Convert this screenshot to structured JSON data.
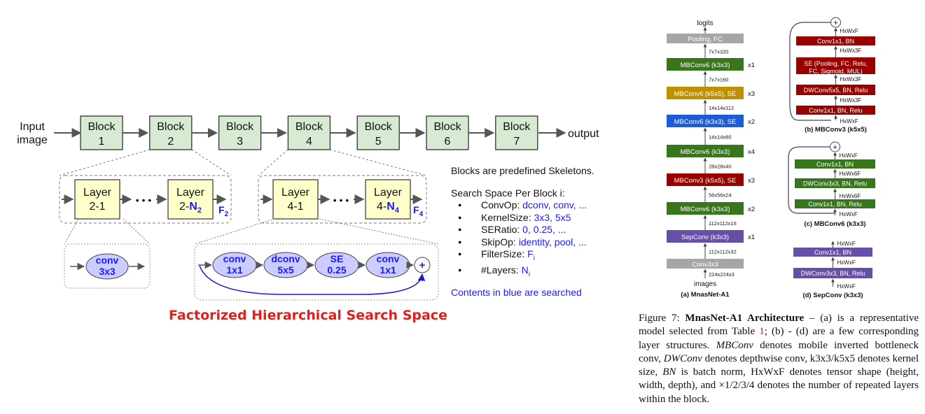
{
  "left_diagram": {
    "input_label_1": "Input",
    "input_label_2": "image",
    "output_label": "output",
    "blocks": [
      {
        "line1": "Block",
        "line2": "1"
      },
      {
        "line1": "Block",
        "line2": "2"
      },
      {
        "line1": "Block",
        "line2": "3"
      },
      {
        "line1": "Block",
        "line2": "4"
      },
      {
        "line1": "Block",
        "line2": "5"
      },
      {
        "line1": "Block",
        "line2": "6"
      },
      {
        "line1": "Block",
        "line2": "7"
      }
    ],
    "group2": {
      "layer_a": {
        "line1": "Layer",
        "line2": "2-1"
      },
      "layer_b": {
        "line1": "Layer",
        "line2_prefix": "2-",
        "line2_blue": "N",
        "line2_sub": "2"
      },
      "ellipsis": "• • •",
      "filter_label": "F",
      "filter_sub": "2"
    },
    "group4": {
      "layer_a": {
        "line1": "Layer",
        "line2": "4-1"
      },
      "layer_b": {
        "line1": "Layer",
        "line2_prefix": "4-",
        "line2_blue": "N",
        "line2_sub": "4"
      },
      "ellipsis": "• • •",
      "filter_label": "F",
      "filter_sub": "4"
    },
    "conv_detail": {
      "line1": "conv",
      "line2": "3x3"
    },
    "op_chain": [
      {
        "line1": "conv",
        "line2": "1x1"
      },
      {
        "line1": "dconv",
        "line2": "5x5"
      },
      {
        "line1": "SE",
        "line2": "0.25"
      },
      {
        "line1": "conv",
        "line2": "1x1"
      }
    ],
    "plus": "+",
    "title": "Factorized Hierarchical Search Space"
  },
  "legend": {
    "head": "Blocks are predefined Skeletons.",
    "search_title": "Search Space Per Block i:",
    "items": [
      {
        "label": "ConvOp: ",
        "value": "dconv, conv, ..."
      },
      {
        "label": "KernelSize: ",
        "value": "3x3, 5x5"
      },
      {
        "label": "SERatio: ",
        "value": "0, 0.25, ..."
      },
      {
        "label": "SkipOp: ",
        "value": "identity, pool, ..."
      },
      {
        "label": "FilterSize: ",
        "value": "F",
        "sub": "i"
      },
      {
        "label": "#Layers: ",
        "value": "N",
        "sub": "i"
      }
    ],
    "note": "Contents in blue are searched"
  },
  "right_diagram": {
    "colors": {
      "gray": "#a6a6a6",
      "green": "#38761d",
      "gold": "#bf9000",
      "blue": "#1c5cd6",
      "red": "#990000",
      "purple": "#674ea7"
    },
    "a": {
      "logits": "logits",
      "images": "images",
      "caption": "(a) MnasNet-A1",
      "layers": [
        {
          "label": "Pooling, FC",
          "color": "gray",
          "mult": ""
        },
        {
          "label": "MBConv6 (k3x3)",
          "color": "green",
          "mult": "x1"
        },
        {
          "label": "MBConv6 (k5x5), SE",
          "color": "gold",
          "mult": "x3"
        },
        {
          "label": "MBConv6 (k3x3), SE",
          "color": "blue",
          "mult": "x2"
        },
        {
          "label": "MBConv6 (k3x3)",
          "color": "green",
          "mult": "x4"
        },
        {
          "label": "MBConv3 (k5x5), SE",
          "color": "red",
          "mult": "x3"
        },
        {
          "label": "MBConv6 (k3x3)",
          "color": "green",
          "mult": "x2"
        },
        {
          "label": "SepConv (k3x3)",
          "color": "purple",
          "mult": "x1"
        },
        {
          "label": "Conv3x3",
          "color": "gray",
          "mult": ""
        }
      ],
      "shapes": [
        "7x7x320",
        "7x7x160",
        "14x14x112",
        "14x14x80",
        "28x28x40",
        "56x56x24",
        "112x112x16",
        "112x112x32",
        "224x224x3"
      ]
    },
    "b": {
      "caption": "(b) MBConv3 (k5x5)",
      "plus": "+",
      "layers": [
        {
          "label": "Conv1x1, BN"
        },
        {
          "label": "SE (Pooling, FC, Relu, FC, Sigmoid, MUL)"
        },
        {
          "label": "DWConv5x5, BN, Relu"
        },
        {
          "label": "Conv1x1, BN, Relu"
        }
      ],
      "shapes": [
        "HxWxF",
        "HxWx3F",
        "HxWx3F",
        "HxWx3F",
        "HxWxF"
      ]
    },
    "c": {
      "caption": "(c) MBConv6 (k3x3)",
      "plus": "+",
      "layers": [
        {
          "label": "Conv1x1, BN"
        },
        {
          "label": "DWConv3x3, BN, Relu"
        },
        {
          "label": "Conv1x1, BN, Relu"
        }
      ],
      "shapes": [
        "HxWxF",
        "HxWx6F",
        "HxWx6F",
        "HxWxF"
      ]
    },
    "d": {
      "caption": "(d) SepConv (k3x3)",
      "layers": [
        {
          "label": "Conv1x1, BN"
        },
        {
          "label": "DWConv3x3, BN, Relu"
        }
      ],
      "shapes": [
        "HxWxF",
        "HxWxF",
        "HxWxF"
      ]
    }
  },
  "caption": {
    "fig": "Figure 7: ",
    "bold": "MnasNet-A1 Architecture",
    "t1": " – (a) is a representative model selected from Table ",
    "ref": "1",
    "t2": "; (b) - (d) are a few corresponding layer structures. ",
    "i1": "MBConv",
    "t3": " denotes mobile inverted bottleneck conv, ",
    "i2": "DWConv",
    "t4": " denotes depthwise conv, k3x3/k5x5 denotes kernel size, ",
    "i3": "BN",
    "t5": " is batch norm, HxWxF denotes tensor shape (height, width, depth), and ×1/2/3/4 denotes the number of repeated layers within the block."
  }
}
